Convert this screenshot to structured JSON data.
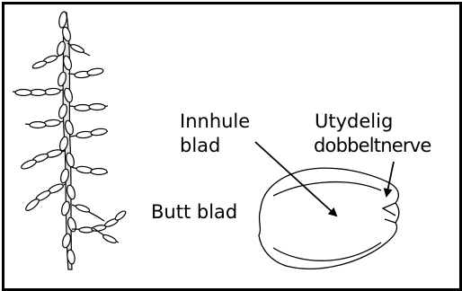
{
  "labels": {
    "innhule_line1": "Innhule",
    "innhule_line2": "blad",
    "utydelig_line1": "Utydelig",
    "utydelig_line2": "dobbeltnerve",
    "butt": "Butt blad"
  },
  "colors": {
    "ink": "#000000",
    "background": "#ffffff"
  }
}
